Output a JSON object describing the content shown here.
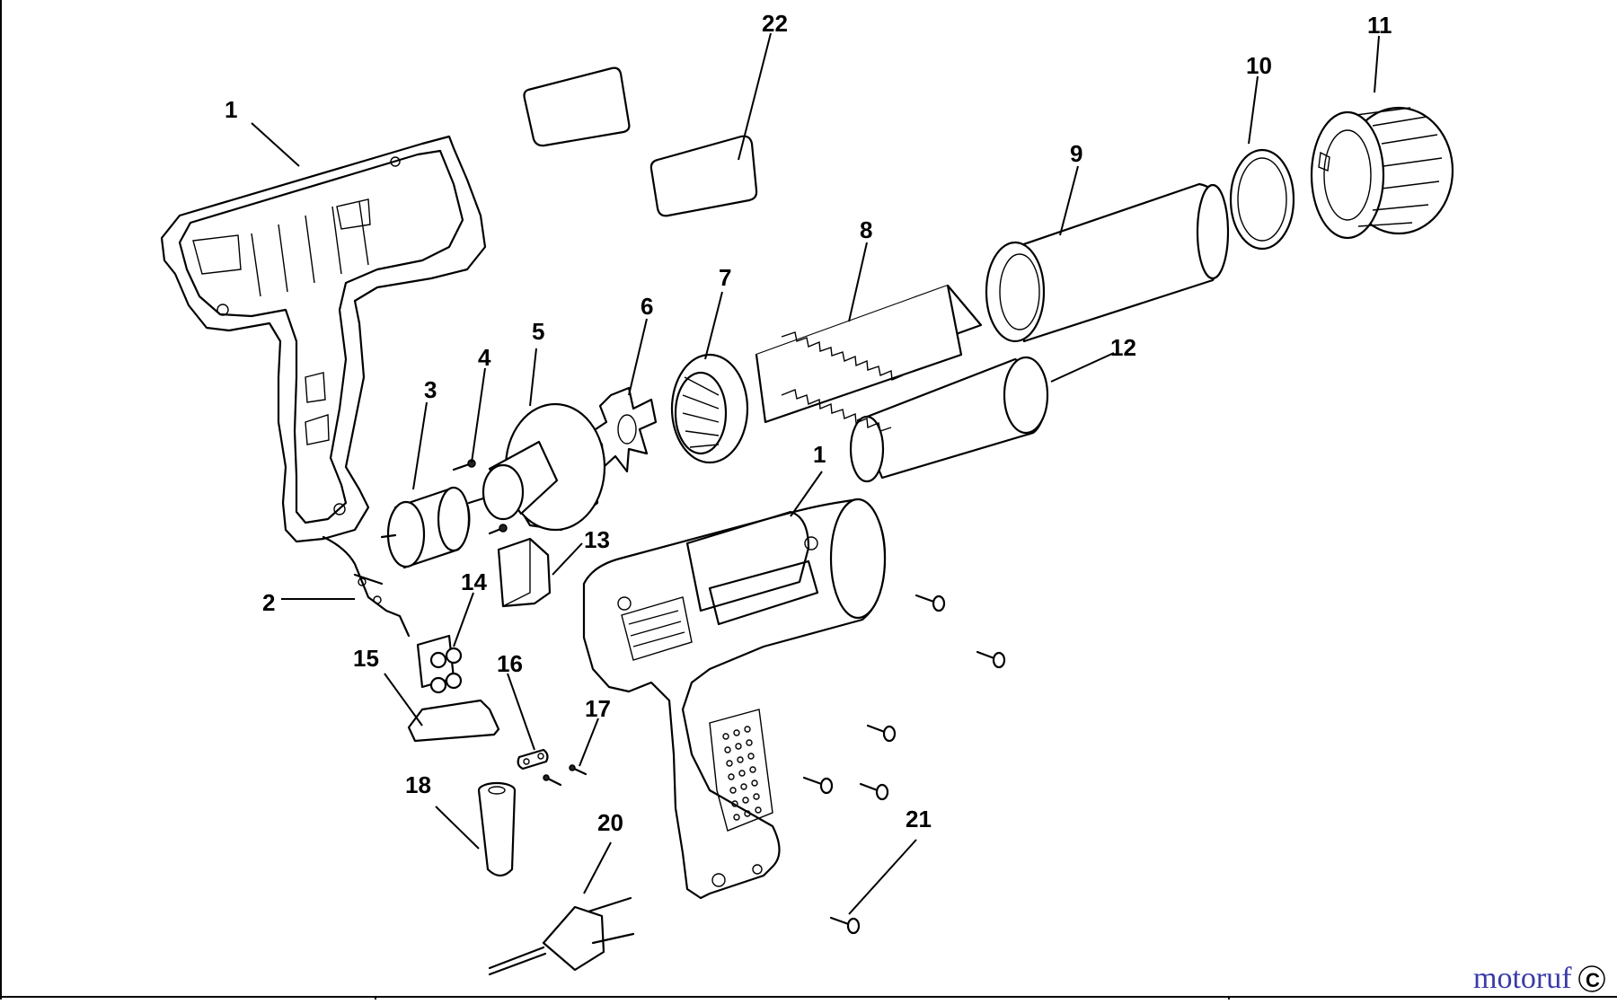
{
  "diagram": {
    "callouts": [
      {
        "id": "1a",
        "label": "1"
      },
      {
        "id": "1b",
        "label": "1"
      },
      {
        "id": "2",
        "label": "2"
      },
      {
        "id": "3",
        "label": "3"
      },
      {
        "id": "4",
        "label": "4"
      },
      {
        "id": "5",
        "label": "5"
      },
      {
        "id": "6",
        "label": "6"
      },
      {
        "id": "7",
        "label": "7"
      },
      {
        "id": "8",
        "label": "8"
      },
      {
        "id": "9",
        "label": "9"
      },
      {
        "id": "10",
        "label": "10"
      },
      {
        "id": "11",
        "label": "11"
      },
      {
        "id": "12",
        "label": "12"
      },
      {
        "id": "13",
        "label": "13"
      },
      {
        "id": "14",
        "label": "14"
      },
      {
        "id": "15",
        "label": "15"
      },
      {
        "id": "16",
        "label": "16"
      },
      {
        "id": "17",
        "label": "17"
      },
      {
        "id": "18",
        "label": "18"
      },
      {
        "id": "20",
        "label": "20"
      },
      {
        "id": "21",
        "label": "21"
      },
      {
        "id": "22",
        "label": "22"
      }
    ]
  },
  "watermark": {
    "text": "motoruf",
    "glyph": "C",
    "colors": [
      "#3a3aa8",
      "#c0392b",
      "#27ae60"
    ]
  }
}
